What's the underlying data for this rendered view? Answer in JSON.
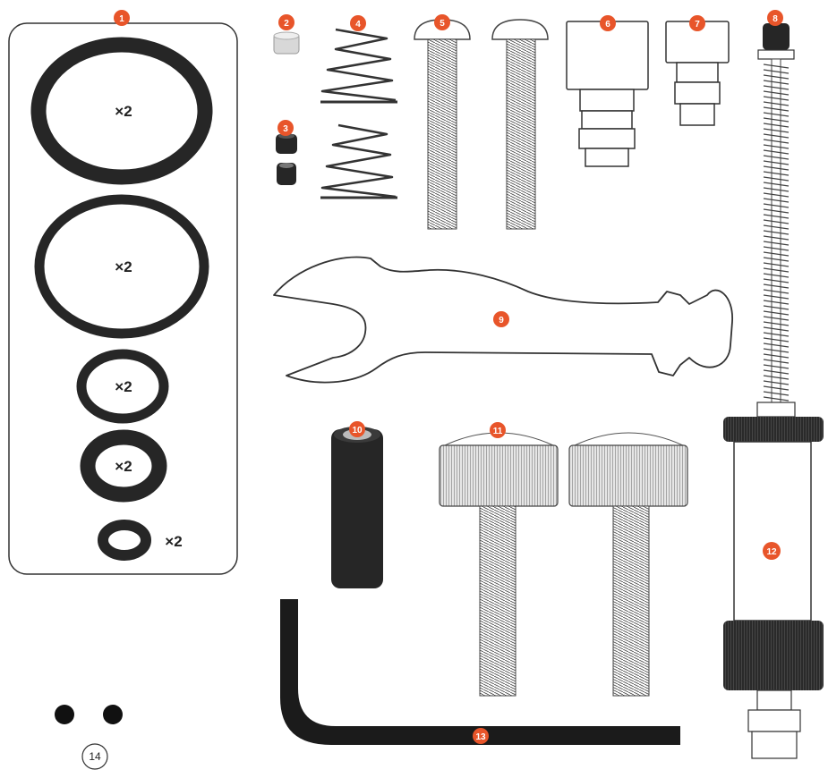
{
  "colors": {
    "badge": "#e8552a",
    "outline": "#333333",
    "dark": "#1f1f1f",
    "background": "#ffffff"
  },
  "oring_quantities": [
    "×2",
    "×2",
    "×2",
    "×2",
    "×2"
  ],
  "callouts": {
    "p1": "1",
    "p2": "2",
    "p3": "3",
    "p4": "4",
    "p5": "5",
    "p6": "6",
    "p7": "7",
    "p8": "8",
    "p9": "9",
    "p10": "10",
    "p11": "11",
    "p12": "12",
    "p13": "13",
    "p14": "14"
  }
}
